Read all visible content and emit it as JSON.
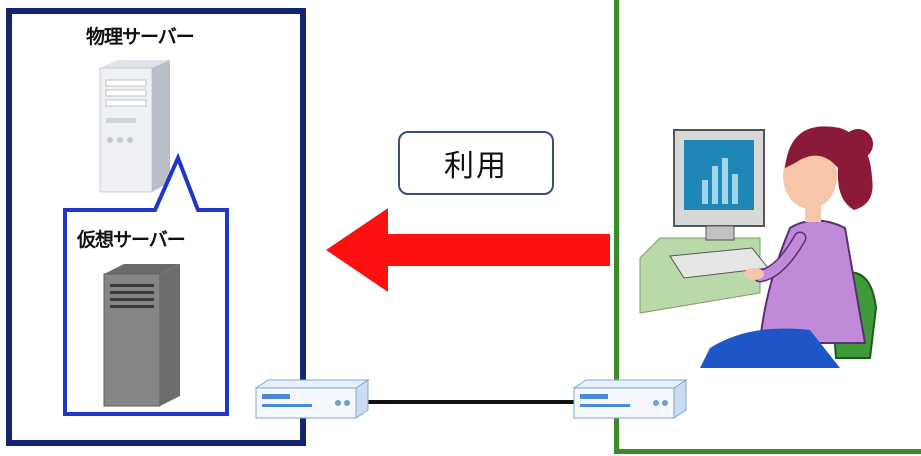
{
  "diagram": {
    "physical_server_label": "物理サーバー",
    "virtual_server_label": "仮想サーバー",
    "usage_label": "利用"
  },
  "colors": {
    "physical_border": "#14246e",
    "virtual_border": "#1f36c8",
    "client_border": "#3a8a2a",
    "arrow": "#ff1010",
    "cable": "#111111"
  },
  "icons": [
    "tower-server-icon",
    "virtual-server-icon",
    "arrow-left-icon",
    "network-device-icon",
    "user-at-computer-icon"
  ]
}
